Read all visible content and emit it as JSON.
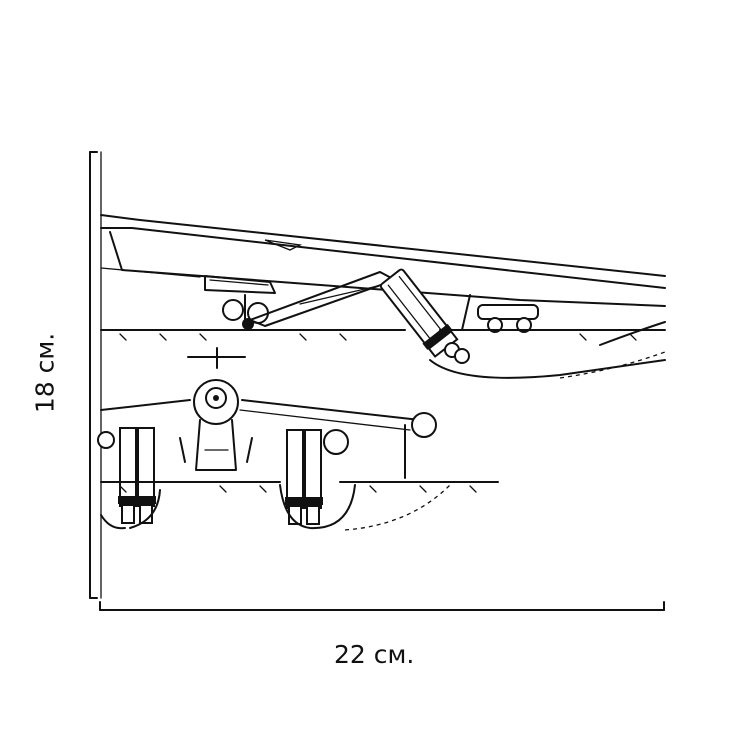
{
  "dimensions": {
    "width_label": "22 см.",
    "height_label": "18 см."
  },
  "artwork": {
    "subject-icon": "aircraft-line-drawing",
    "line_color": "#111111",
    "background_color": "#ffffff"
  }
}
